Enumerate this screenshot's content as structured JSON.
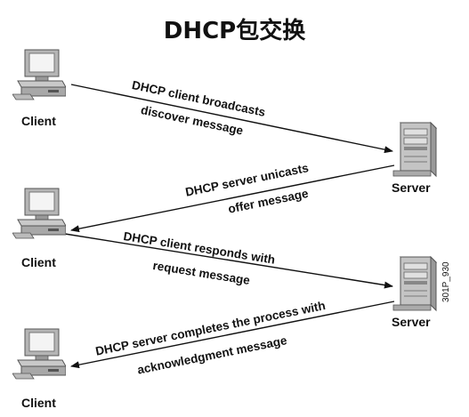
{
  "title": "DHCP包交换",
  "nodes": {
    "client": "Client",
    "server": "Server"
  },
  "messages": [
    {
      "line1": "DHCP client broadcasts",
      "line2": "discover message",
      "from": "Client",
      "to": "Server"
    },
    {
      "line1": "DHCP server unicasts",
      "line2": "offer message",
      "from": "Server",
      "to": "Client"
    },
    {
      "line1": "DHCP client responds with",
      "line2": "request message",
      "from": "Client",
      "to": "Server"
    },
    {
      "line1": "DHCP server completes the process with",
      "line2": "acknowledgment message",
      "from": "Server",
      "to": "Client"
    }
  ],
  "figure_ref": "301P_930"
}
